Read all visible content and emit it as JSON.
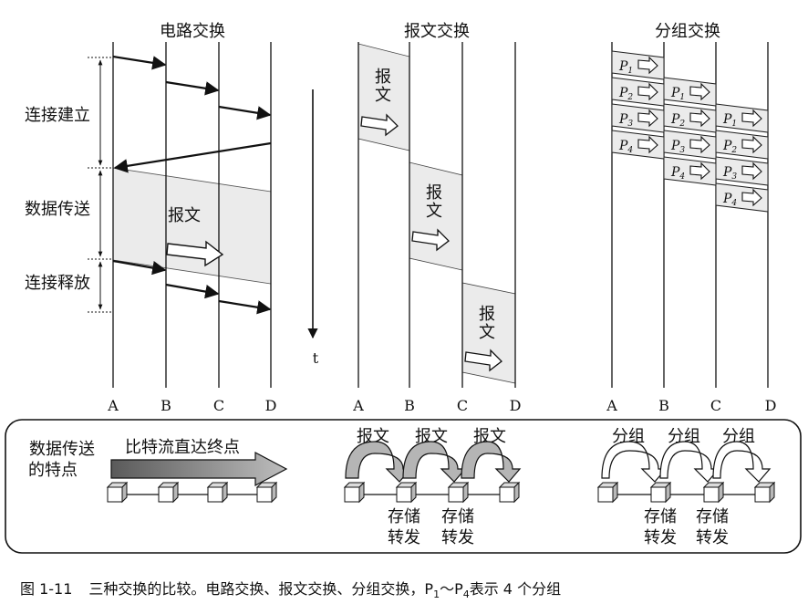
{
  "colors": {
    "line": "#111111",
    "shade": "#e8e8e8",
    "box_fill": "#ffffff",
    "cube_front": "#ffffff",
    "cube_top": "#dddddd",
    "cube_side": "#bbbbbb",
    "arrow_big": "#9a9a9a"
  },
  "icons": {
    "hollow_arrow": "hollow-arrow-icon",
    "curved_arrow": "curved-arrow-icon",
    "cube": "cube-node-icon"
  },
  "sections": {
    "circuit": {
      "title": "电路交换",
      "phases": {
        "setup": "连接建立",
        "transfer": "数据传送",
        "release": "连接释放"
      },
      "message_label": "报文"
    },
    "time_label": "t",
    "message": {
      "title": "报文交换",
      "segments": [
        {
          "label_line1": "报",
          "label_line2": "文"
        },
        {
          "label_line1": "报",
          "label_line2": "文"
        },
        {
          "label_line1": "报",
          "label_line2": "文"
        }
      ]
    },
    "packet": {
      "title": "分组交换",
      "packets": [
        {
          "letter": "P",
          "num": "1"
        },
        {
          "letter": "P",
          "num": "2"
        },
        {
          "letter": "P",
          "num": "3"
        },
        {
          "letter": "P",
          "num": "4"
        }
      ]
    },
    "columns": [
      "A",
      "B",
      "C",
      "D"
    ]
  },
  "features": {
    "title_line1": "数据传送",
    "title_line2": "的特点",
    "circuit_text": "比特流直达终点",
    "message_hops": [
      "报文",
      "报文",
      "报文"
    ],
    "message_store_line1": "存储",
    "message_store_line2": "转发",
    "packet_hops": [
      "分组",
      "分组",
      "分组"
    ],
    "packet_store_line1": "存储",
    "packet_store_line2": "转发"
  },
  "caption": {
    "figure_no": "图 1-11",
    "text_before": "三种交换的比较。电路交换、报文交换、分组交换，P",
    "sub1": "1",
    "tilde": "～P",
    "sub2": "4",
    "text_after": "表示 4 个分组"
  }
}
